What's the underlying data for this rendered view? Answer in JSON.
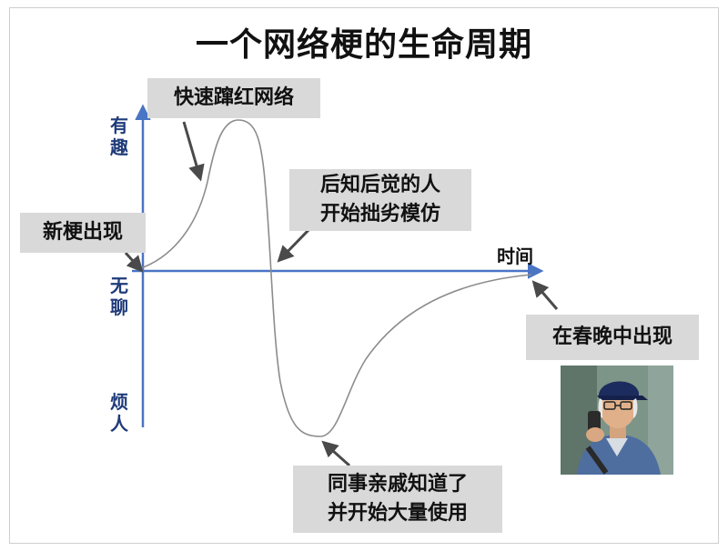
{
  "title": "一个网络梗的生命周期",
  "axes": {
    "y_top": [
      "有",
      "趣"
    ],
    "y_middle": [
      "无",
      "聊"
    ],
    "y_bottom": [
      "烦",
      "人"
    ],
    "x_label": "时间"
  },
  "callouts": {
    "new_meme": [
      "新梗出现"
    ],
    "viral": [
      "快速蹿红网络"
    ],
    "latecomers": [
      "后知后觉的人",
      "开始拙劣模仿"
    ],
    "coworkers": [
      "同事亲戚知道了",
      "并开始大量使用"
    ],
    "gala": [
      "在春晚中出现"
    ]
  },
  "colors": {
    "axis": "#4a74c4",
    "curve": "#8c8c8c",
    "callout_bg": "#d9d9d9",
    "arrow": "#4a4a4a",
    "y_label": "#1f3b7a"
  },
  "icons": {
    "photo": "person-with-cap-phone-photo"
  }
}
